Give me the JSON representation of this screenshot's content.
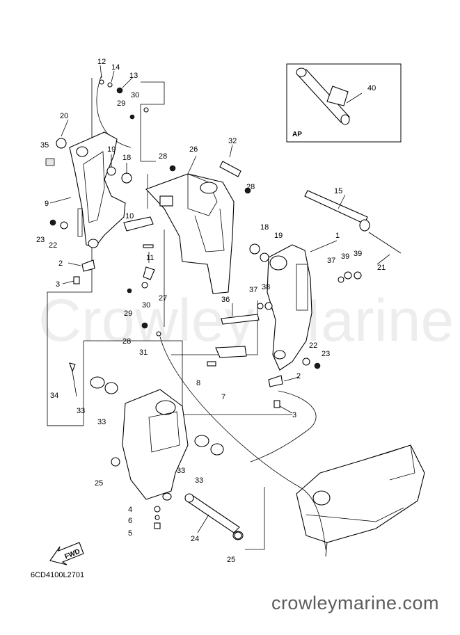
{
  "watermark": "Crowley Marine",
  "footer_url": "crowleymarine.com",
  "diagram_code": "6CD4100L2701",
  "inset_label": "AP",
  "fwd_label": "FWD",
  "callouts": {
    "c1": "1",
    "c2a": "2",
    "c2b": "2",
    "c3a": "3",
    "c3b": "3",
    "c4": "4",
    "c5": "5",
    "c6": "6",
    "c7": "7",
    "c8": "8",
    "c9": "9",
    "c10": "10",
    "c11": "11",
    "c12": "12",
    "c13": "13",
    "c14": "14",
    "c15": "15",
    "c18a": "18",
    "c18b": "18",
    "c19a": "19",
    "c19b": "19",
    "c20": "20",
    "c21": "21",
    "c22a": "22",
    "c22b": "22",
    "c23a": "23",
    "c23b": "23",
    "c24": "24",
    "c25a": "25",
    "c25b": "25",
    "c26": "26",
    "c27": "27",
    "c28a": "28",
    "c28b": "28",
    "c28c": "28",
    "c29a": "29",
    "c29b": "29",
    "c30a": "30",
    "c30b": "30",
    "c31": "31",
    "c32": "32",
    "c33a": "33",
    "c33b": "33",
    "c33c": "33",
    "c33d": "33",
    "c34": "34",
    "c35": "35",
    "c36": "36",
    "c37a": "37",
    "c37b": "37",
    "c38": "38",
    "c39a": "39",
    "c39b": "39",
    "c40": "40"
  }
}
